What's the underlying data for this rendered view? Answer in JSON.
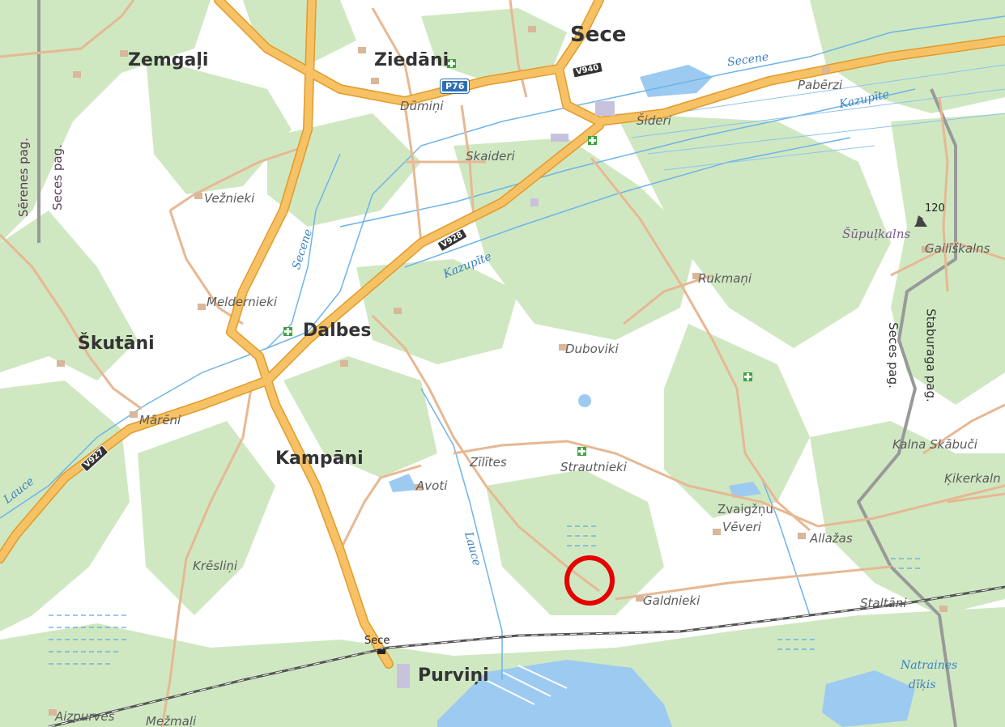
{
  "map": {
    "towns": [
      {
        "id": "sece",
        "label": "Sece"
      },
      {
        "id": "ziedani",
        "label": "Ziedāni"
      },
      {
        "id": "zemgali",
        "label": "Zemgaļi"
      },
      {
        "id": "dalbes",
        "label": "Dalbes"
      },
      {
        "id": "skutani",
        "label": "Škutāni"
      },
      {
        "id": "kampani",
        "label": "Kampāni"
      },
      {
        "id": "purvini",
        "label": "Purviņi"
      }
    ],
    "places": [
      {
        "id": "dumini",
        "label": "Dūmiņi"
      },
      {
        "id": "paberzi",
        "label": "Pabērzi"
      },
      {
        "id": "sideri",
        "label": "Šideri"
      },
      {
        "id": "skaideri",
        "label": "Skaideri"
      },
      {
        "id": "vezniekI",
        "label": "Vežnieki"
      },
      {
        "id": "meldernieki",
        "label": "Meldernieki"
      },
      {
        "id": "rukmani",
        "label": "Rukmaņi"
      },
      {
        "id": "duboviki",
        "label": "Duboviki"
      },
      {
        "id": "mareni",
        "label": "Mārēni"
      },
      {
        "id": "zilites",
        "label": "Zīlītes"
      },
      {
        "id": "strautnieki",
        "label": "Strautnieki"
      },
      {
        "id": "avoti",
        "label": "Avoti"
      },
      {
        "id": "zvaigznu",
        "label": "Zvaigžņu"
      },
      {
        "id": "veveri",
        "label": "Vēveri"
      },
      {
        "id": "allazas",
        "label": "Allažas"
      },
      {
        "id": "kreslini",
        "label": "Krēsliņi"
      },
      {
        "id": "galdnieki",
        "label": "Galdnieki"
      },
      {
        "id": "staltani",
        "label": "Staltāni"
      },
      {
        "id": "supulkalns",
        "label": "Šūpuļkalns"
      },
      {
        "id": "gailiskalns",
        "label": "Gailīškalns"
      },
      {
        "id": "kalnaskabuci",
        "label": "Kalna Skābuči"
      },
      {
        "id": "kikerkalns",
        "label": "Ķikerkaln"
      },
      {
        "id": "aizpurves",
        "label": "Aizpurves"
      },
      {
        "id": "mezmali",
        "label": "Mežmaļi"
      }
    ],
    "water_labels": [
      {
        "id": "secene1",
        "label": "Secene"
      },
      {
        "id": "secene2",
        "label": "Secene"
      },
      {
        "id": "kazupite1",
        "label": "Kazupīte"
      },
      {
        "id": "kazupite2",
        "label": "Kazupīte"
      },
      {
        "id": "lauce1",
        "label": "Lauce"
      },
      {
        "id": "lauce2",
        "label": "Lauce"
      },
      {
        "id": "natraines",
        "label": "Natraines"
      },
      {
        "id": "dikis",
        "label": "dīķis"
      }
    ],
    "admin_labels": [
      {
        "id": "serenes",
        "label": "Sērenes pag."
      },
      {
        "id": "seces1",
        "label": "Seces pag."
      },
      {
        "id": "seces2",
        "label": "Seces pag."
      },
      {
        "id": "staburaga",
        "label": "Staburaga pag."
      }
    ],
    "road_shields": [
      {
        "id": "v940",
        "label": "V940"
      },
      {
        "id": "p76",
        "label": "P76"
      },
      {
        "id": "v928",
        "label": "V928"
      },
      {
        "id": "v927",
        "label": "V927"
      }
    ],
    "station_label": "Sece",
    "elevation_label": "120",
    "colors": {
      "forest": "#cfe8c2",
      "marker": "#e60000",
      "water": "#9ccaf0",
      "main_road": "#f2b84f",
      "road": "#e8b996",
      "railway": "#555555"
    }
  }
}
